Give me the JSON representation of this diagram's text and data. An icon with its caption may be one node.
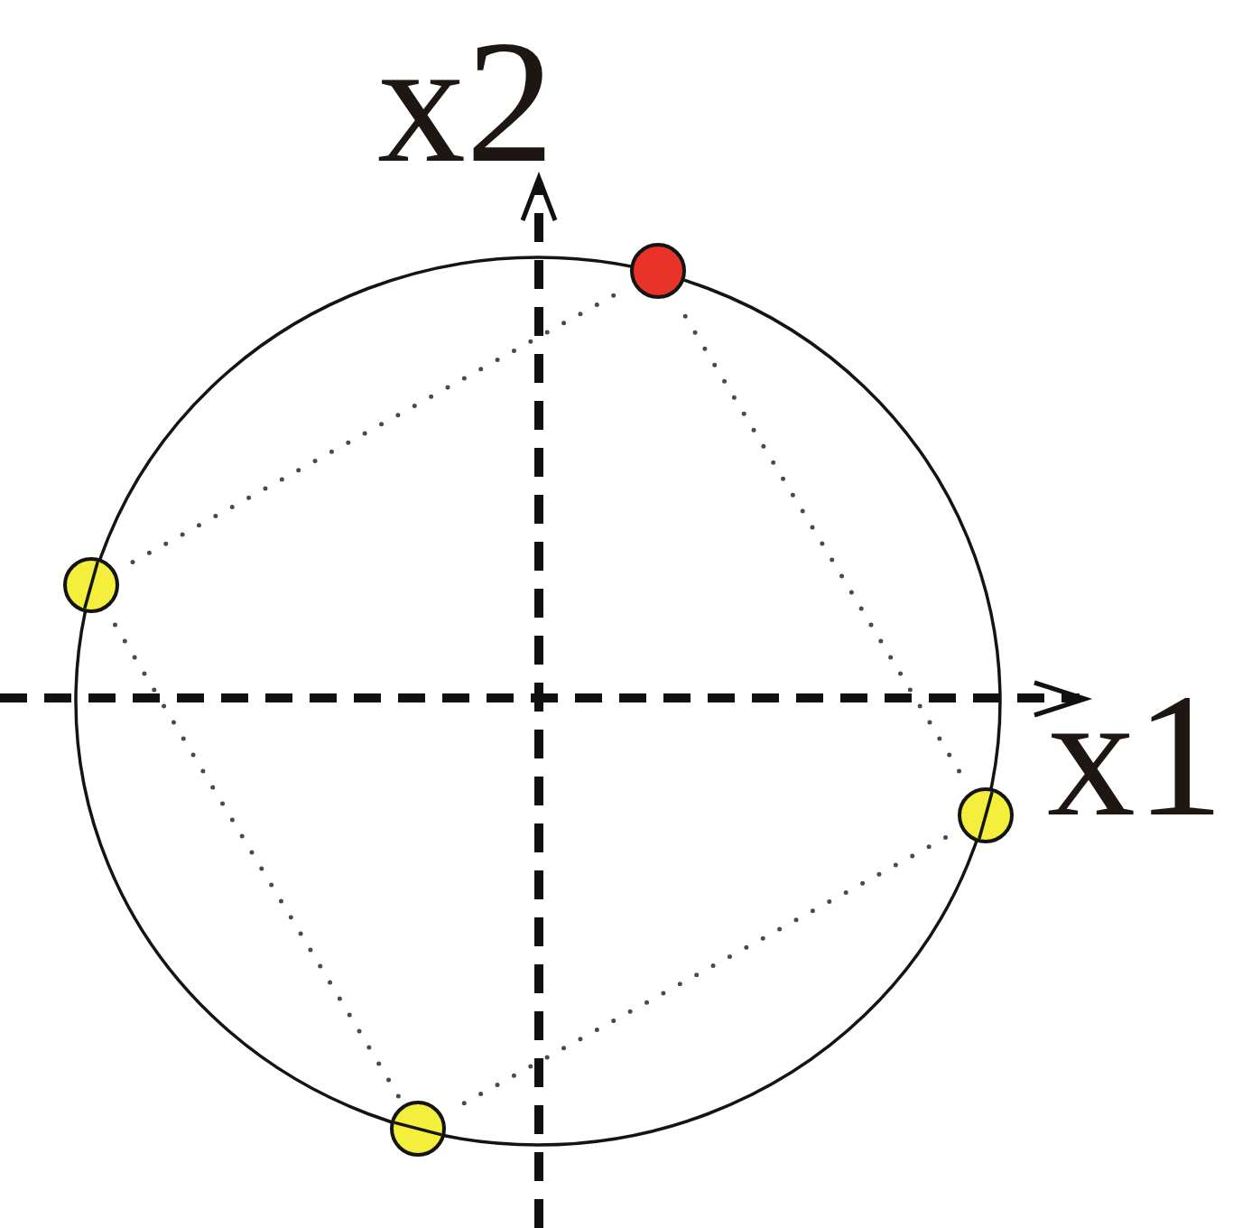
{
  "diagram": {
    "nodes": [
      {
        "text": [],
        "shape": "circle"
      },
      {
        "text": [],
        "shape": "circle"
      },
      {
        "text": [],
        "shape": "circle"
      },
      {
        "text": [],
        "shape": "circle"
      }
    ],
    "edges": [
      {
        "from": 0,
        "to": 1,
        "arrow": "none"
      },
      {
        "from": 0,
        "to": 2,
        "arrow": "none"
      },
      {
        "from": 1,
        "to": 3,
        "arrow": "none"
      },
      {
        "from": 3,
        "to": 2,
        "arrow": "none"
      }
    ],
    "labels": [
      "x2",
      "x1"
    ]
  }
}
